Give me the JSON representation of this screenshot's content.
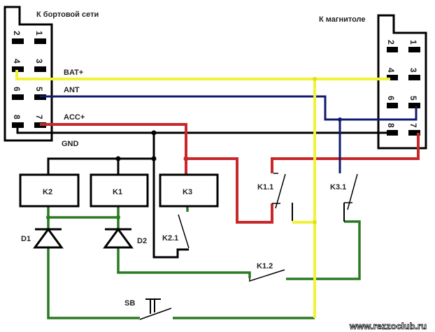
{
  "connectors": {
    "left": {
      "title": "К бортовой сети",
      "pins": [
        "2",
        "1",
        "4",
        "3",
        "6",
        "5",
        "8",
        "7"
      ]
    },
    "right": {
      "title": "К магнитоле",
      "pins": [
        "2",
        "1",
        "4",
        "3",
        "6",
        "5",
        "8",
        "7"
      ]
    }
  },
  "wires": {
    "bat": "BAT+",
    "ant": "ANT",
    "acc": "ACC+",
    "gnd": "GND"
  },
  "components": {
    "relays": [
      "K2",
      "K1",
      "K3"
    ],
    "contacts": {
      "k11": "K1.1",
      "k31": "K3.1",
      "k21": "K2.1",
      "k12": "K1.2"
    },
    "diodes": [
      "D1",
      "D2"
    ],
    "button": "SB"
  },
  "colors": {
    "bat": "#f2f23a",
    "ant": "#101a6e",
    "acc": "#c8282a",
    "gnd": "#000000",
    "control": "#2a7a22"
  },
  "watermark": "www.rezzoclub.ru"
}
